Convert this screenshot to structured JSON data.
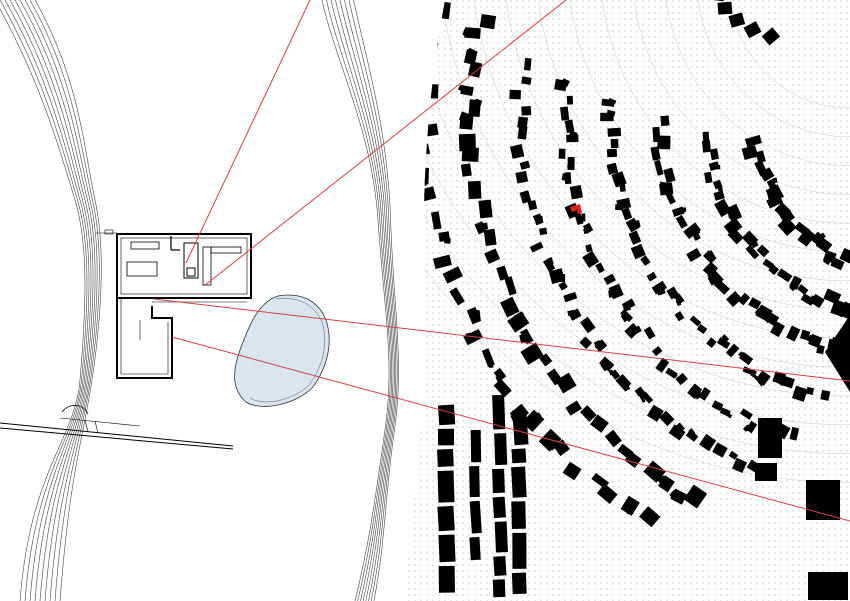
{
  "drawing": {
    "colors": {
      "background": "#ffffff",
      "ink": "#000000",
      "contour": "#444444",
      "sightline": "#d94040",
      "water": "#d9e6f2",
      "highlight": "#e0211b"
    },
    "layers": [
      "site-plan",
      "pond",
      "village-map",
      "sightlines",
      "highlight-building"
    ]
  }
}
